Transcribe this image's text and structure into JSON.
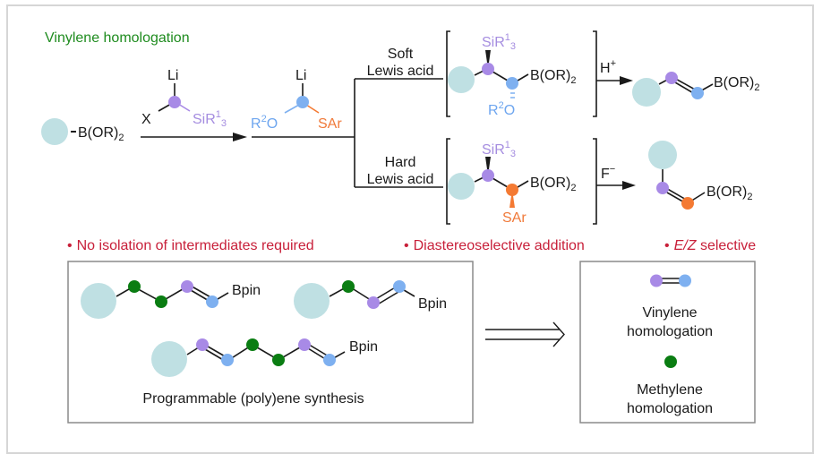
{
  "title": "Vinylene homologation",
  "colors": {
    "substrate": "#bfe0e3",
    "purple_carbon": "#a88ae6",
    "blue_carbon": "#7eb0f0",
    "orange_carbon": "#f47a33",
    "green_carbon": "#0a7d12",
    "title_green": "#1f8c1f",
    "feature_red": "#c8203a"
  },
  "start": {
    "boron": "B(OR)",
    "boron_sub": "2"
  },
  "reagent1": {
    "top": "Li",
    "left": "X",
    "right": "SiR",
    "right_sup": "1",
    "right_sub": "3"
  },
  "reagent2": {
    "top": "Li",
    "left": "R",
    "left_sup": "2",
    "left_tail": "O",
    "right": "SAr"
  },
  "branch_soft": {
    "line1": "Soft",
    "line2": "Lewis acid",
    "silyl": "SiR",
    "silyl_sup": "1",
    "silyl_sub": "3",
    "boron": "B(OR)",
    "boron_sub": "2",
    "ether": "R",
    "ether_sup": "2",
    "ether_tail": "O",
    "reagent": "H",
    "reagent_sup": "+",
    "product_boron": "B(OR)",
    "product_boron_sub": "2"
  },
  "branch_hard": {
    "line1": "Hard",
    "line2": "Lewis acid",
    "silyl": "SiR",
    "silyl_sup": "1",
    "silyl_sub": "3",
    "boron": "B(OR)",
    "boron_sub": "2",
    "thio": "SAr",
    "reagent": "F",
    "reagent_sup": "−",
    "product_boron": "B(OR)",
    "product_boron_sub": "2"
  },
  "features": [
    {
      "bullet": "•",
      "text": "No isolation of intermediates required"
    },
    {
      "bullet": "•",
      "text": "Diastereoselective addition"
    },
    {
      "bullet": "•",
      "italic": "E/Z",
      "text": " selective"
    }
  ],
  "polyene_box": {
    "caption": "Programmable (poly)ene synthesis",
    "chain1_label": "Bpin",
    "chain2_label": "Bpin",
    "chain3_label": "Bpin"
  },
  "legend_box": {
    "vinylene_line1": "Vinylene",
    "vinylene_line2": "homologation",
    "methylene_line1": "Methylene",
    "methylene_line2": "homologation"
  }
}
